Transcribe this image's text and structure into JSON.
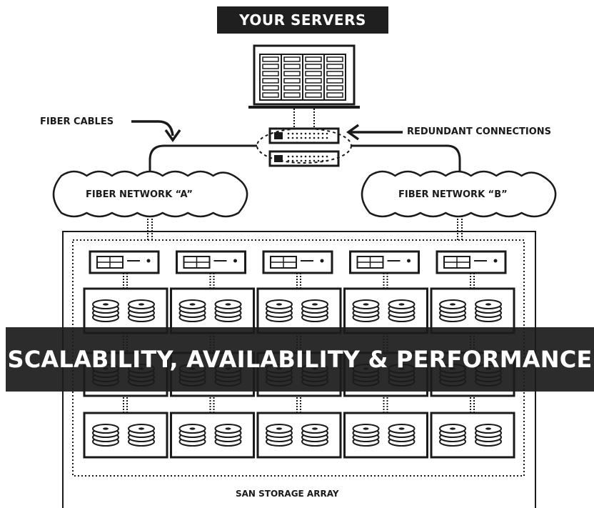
{
  "diagram": {
    "title": "YOUR SERVERS",
    "labels": {
      "fiber_cables": "FIBER CABLES",
      "redundant_connections": "REDUNDANT CONNECTIONS",
      "network_a": "FIBER NETWORK “A”",
      "network_b": "FIBER NETWORK “B”",
      "san_storage": "SAN STORAGE ARRAY"
    },
    "banner": "SCALABILITY, AVAILABILITY & PERFORMANCE",
    "storage_columns": 5,
    "disk_shelf_rows": 3,
    "disks_per_shelf": 2
  },
  "colors": {
    "ink": "#1a1a1a",
    "banner_bg": "#1c1c1c",
    "banner_text": "#ffffff",
    "background": "#ffffff"
  },
  "icons": [
    "server-rack-icon",
    "network-switch-icon",
    "cloud-icon",
    "controller-icon",
    "disk-stack-icon",
    "arrow-icon"
  ]
}
